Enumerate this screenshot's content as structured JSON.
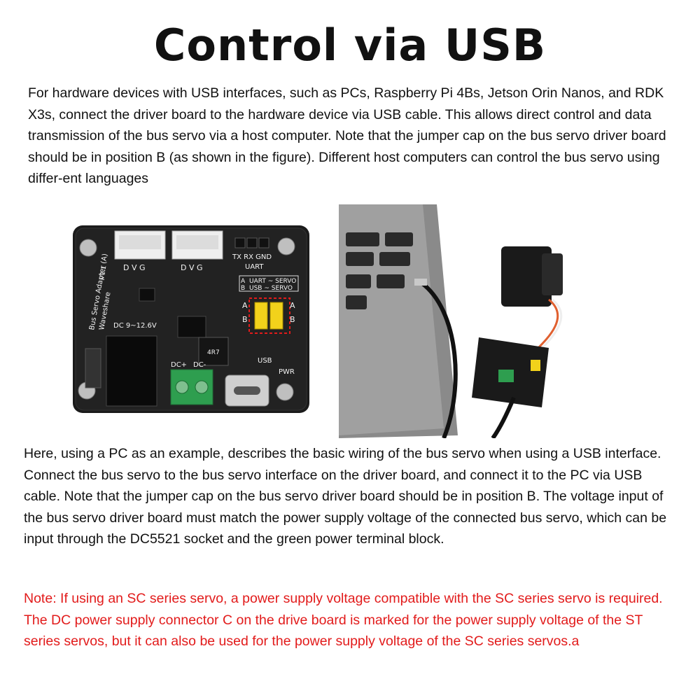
{
  "title": "Control via USB",
  "intro_paragraph": "For hardware devices with USB interfaces, such as PCs, Raspberry Pi 4Bs, Jetson Orin Nanos, and RDK X3s, connect the driver board to the hardware device via USB cable. This allows direct control and data transmission of the bus servo via a host computer. Note that the jumper cap on the bus servo driver board should be in position B (as shown in the figure). Different host computers can control the bus servo using differ-ent languages",
  "wiring_paragraph": "Here, using a PC as an example, describes the basic wiring of the bus servo when using a USB interface. Connect the bus servo to the bus servo interface on the driver board, and connect it to the PC via USB cable. Note that the jumper cap on the bus servo driver board should be in position B. The voltage input of the bus servo driver board must match the power supply voltage of the connected bus servo, which can be input through the DC5521 socket and the green power terminal block.",
  "note_paragraph": "Note: If using an SC series servo, a power supply voltage compatible with the SC series servo is required. The DC power supply connector C on the drive board is marked for the power supply voltage of the ST series servos, but it can also be used for the power supply voltage of the SC series servos.a",
  "board": {
    "left_connector_label": "D  V  G",
    "right_connector_label": "D  V  G",
    "uart_pins": "TX  RX GND",
    "uart_label": "UART",
    "mode_a_letter": "A",
    "mode_a_text": "UART ~ SERVO",
    "mode_b_letter": "B",
    "mode_b_text": "USB ~ SERVO",
    "jumper_a": "A",
    "jumper_b": "B",
    "jumper_a_right": "A",
    "jumper_b_right": "B",
    "product_name": "Bus Servo Adapter (A)",
    "version": "V1.1",
    "brand": "Waveshare",
    "dc_range": "DC 9~12.6V",
    "inductor": "4R7",
    "dc_plus": "DC+",
    "dc_minus": "DC-",
    "usb_label": "USB",
    "pwr_label": "PWR"
  },
  "colors": {
    "text": "#111111",
    "note": "#e21b1b",
    "pcb": "#1b1b1b",
    "terminal": "#2e9e4f",
    "jumper": "#f2d21b"
  }
}
